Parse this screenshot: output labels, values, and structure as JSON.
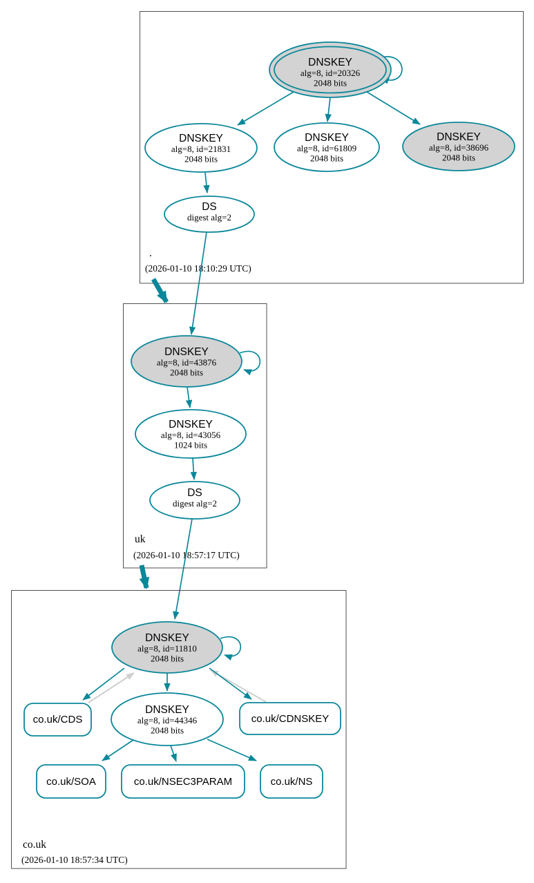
{
  "diagram": {
    "kind": "DNSSEC authentication chain graph",
    "colors": {
      "secure_teal": "#0a879a",
      "ksk_fill_gray": "#d3d3d3",
      "zsk_fill_white": "#ffffff",
      "optional_edge_gray": "#cfcfcf",
      "zone_box_border": "#4f4f4f",
      "text": "#000000",
      "background": "#ffffff"
    }
  },
  "zones": [
    {
      "name": ".",
      "timestamp": "(2026-01-10 18:10:29 UTC)"
    },
    {
      "name": "uk",
      "timestamp": "(2026-01-10 18:57:17 UTC)"
    },
    {
      "name": "co.uk",
      "timestamp": "(2026-01-10 18:57:34 UTC)"
    }
  ],
  "nodes": {
    "root_ksk_20326": {
      "title": "DNSKEY",
      "detail1": "alg=8, id=20326",
      "detail2": "2048 bits"
    },
    "root_zsk_21831": {
      "title": "DNSKEY",
      "detail1": "alg=8, id=21831",
      "detail2": "2048 bits"
    },
    "root_zsk_61809": {
      "title": "DNSKEY",
      "detail1": "alg=8, id=61809",
      "detail2": "2048 bits"
    },
    "root_ksk_38696": {
      "title": "DNSKEY",
      "detail1": "alg=8, id=38696",
      "detail2": "2048 bits"
    },
    "root_ds": {
      "title": "DS",
      "detail1": "digest alg=2"
    },
    "uk_ksk_43876": {
      "title": "DNSKEY",
      "detail1": "alg=8, id=43876",
      "detail2": "2048 bits"
    },
    "uk_zsk_43056": {
      "title": "DNSKEY",
      "detail1": "alg=8, id=43056",
      "detail2": "1024 bits"
    },
    "uk_ds": {
      "title": "DS",
      "detail1": "digest alg=2"
    },
    "couk_ksk_11810": {
      "title": "DNSKEY",
      "detail1": "alg=8, id=11810",
      "detail2": "2048 bits"
    },
    "couk_zsk_44346": {
      "title": "DNSKEY",
      "detail1": "alg=8, id=44346",
      "detail2": "2048 bits"
    },
    "rrset_cds": {
      "label": "co.uk/CDS"
    },
    "rrset_cdnskey": {
      "label": "co.uk/CDNSKEY"
    },
    "rrset_soa": {
      "label": "co.uk/SOA"
    },
    "rrset_nsec3param": {
      "label": "co.uk/NSEC3PARAM"
    },
    "rrset_ns": {
      "label": "co.uk/NS"
    }
  }
}
